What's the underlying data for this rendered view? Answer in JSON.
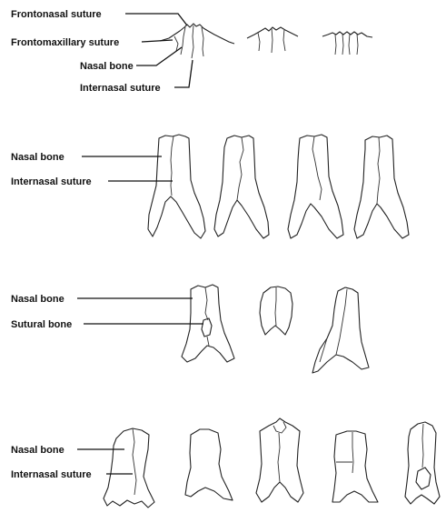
{
  "labels": {
    "frontonasal_suture": "Frontonasal suture",
    "frontomaxillary_suture": "Frontomaxillary suture",
    "nasal_bone_1": "Nasal bone",
    "internasal_suture_1": "Internasal suture",
    "nasal_bone_2": "Nasal bone",
    "internasal_suture_2": "Internasal suture",
    "nasal_bone_3": "Nasal bone",
    "sutural_bone": "Sutural bone",
    "nasal_bone_4": "Nasal bone",
    "internasal_suture_4": "Internasal suture"
  }
}
